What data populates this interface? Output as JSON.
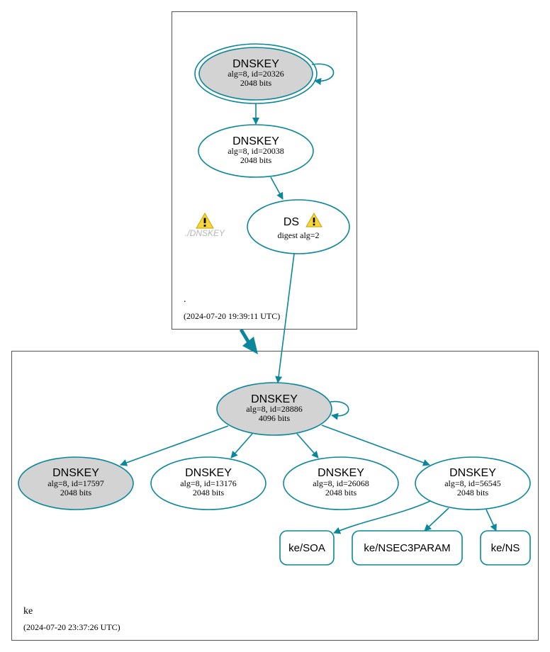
{
  "colors": {
    "edge": "#0a879a",
    "ksk_fill": "#d3d3d3",
    "node_fill": "#ffffff",
    "zone_border": "#555555",
    "warning_fill": "#f5d63b"
  },
  "root_zone": {
    "name": ".",
    "timestamp": "(2024-07-20 19:39:11 UTC)",
    "dnskey_ksk": {
      "title": "DNSKEY",
      "line1": "alg=8, id=20326",
      "line2": "2048 bits"
    },
    "dnskey_zsk": {
      "title": "DNSKEY",
      "line1": "alg=8, id=20038",
      "line2": "2048 bits"
    },
    "ds": {
      "title": "DS",
      "line1": "digest alg=2"
    },
    "warning_label": "./DNSKEY"
  },
  "ke_zone": {
    "name": "ke",
    "timestamp": "(2024-07-20 23:37:26 UTC)",
    "dnskey_ksk": {
      "title": "DNSKEY",
      "line1": "alg=8, id=28886",
      "line2": "4096 bits"
    },
    "dnskey_a": {
      "title": "DNSKEY",
      "line1": "alg=8, id=17597",
      "line2": "2048 bits"
    },
    "dnskey_b": {
      "title": "DNSKEY",
      "line1": "alg=8, id=13176",
      "line2": "2048 bits"
    },
    "dnskey_c": {
      "title": "DNSKEY",
      "line1": "alg=8, id=26068",
      "line2": "2048 bits"
    },
    "dnskey_d": {
      "title": "DNSKEY",
      "line1": "alg=8, id=56545",
      "line2": "2048 bits"
    },
    "rr_soa": "ke/SOA",
    "rr_nsec3param": "ke/NSEC3PARAM",
    "rr_ns": "ke/NS"
  }
}
